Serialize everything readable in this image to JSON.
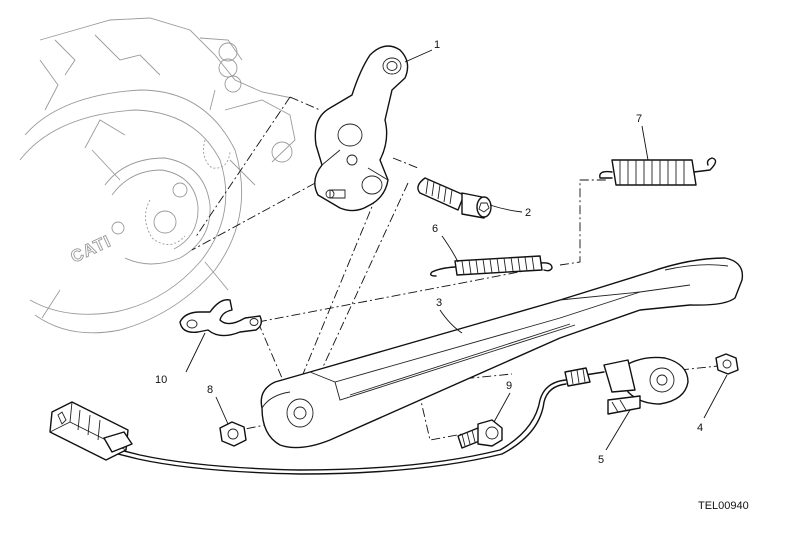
{
  "diagram": {
    "reference_code": "TEL00940",
    "engine_cover_brand": "CATI",
    "callouts": [
      {
        "id": "1",
        "label": "1"
      },
      {
        "id": "2",
        "label": "2"
      },
      {
        "id": "3",
        "label": "3"
      },
      {
        "id": "4",
        "label": "4"
      },
      {
        "id": "5",
        "label": "5"
      },
      {
        "id": "6",
        "label": "6"
      },
      {
        "id": "7",
        "label": "7"
      },
      {
        "id": "8",
        "label": "8"
      },
      {
        "id": "9",
        "label": "9"
      },
      {
        "id": "10",
        "label": "10"
      }
    ]
  }
}
